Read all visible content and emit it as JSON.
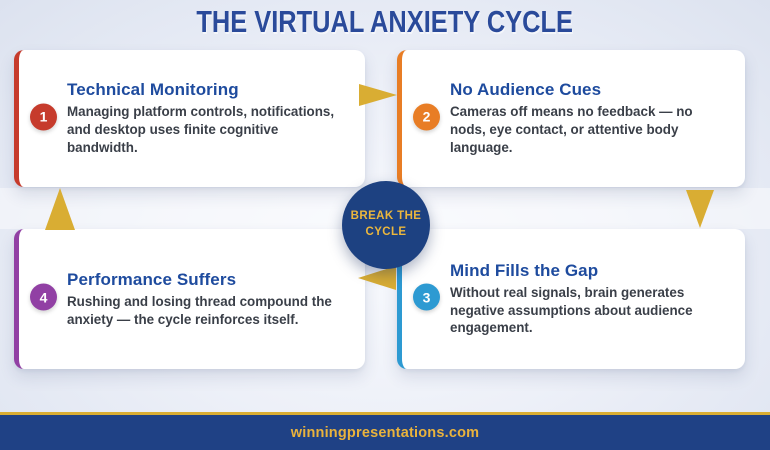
{
  "title": "THE VIRTUAL ANXIETY CYCLE",
  "center": {
    "label": "BREAK THE\nCYCLE"
  },
  "cards": [
    {
      "number": "1",
      "title": "Technical Monitoring",
      "body": "Managing platform controls, notifications, and desktop uses finite cognitive bandwidth.",
      "color": "#c63b2c"
    },
    {
      "number": "2",
      "title": "No Audience Cues",
      "body": "Cameras off means no feedback — no nods, eye contact, or attentive body language.",
      "color": "#e87d25"
    },
    {
      "number": "3",
      "title": "Mind Fills the Gap",
      "body": "Without real signals, brain generates negative assumptions about audience engagement.",
      "color": "#2d9ad2"
    },
    {
      "number": "4",
      "title": "Performance Suffers",
      "body": "Rushing and losing thread compound the anxiety — the cycle reinforces itself.",
      "color": "#9140a4"
    }
  ],
  "footer": {
    "website": "winningpresentations.com"
  },
  "colors": {
    "arrow_gold": "#d9ad33",
    "navy": "#1f4185",
    "circle_navy": "#1d4181",
    "title_blue": "#2a4a9a",
    "card_title_blue": "#1e4b9e"
  }
}
